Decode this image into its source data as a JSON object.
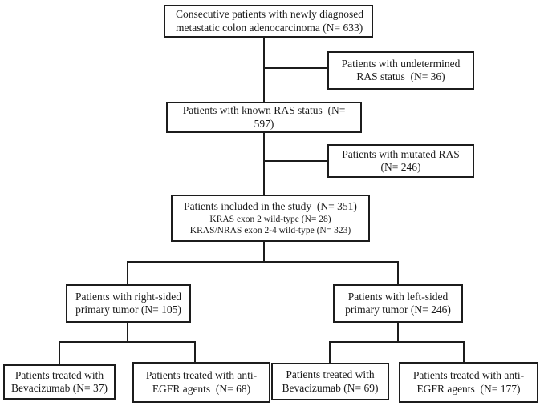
{
  "boxes": {
    "consecutive": {
      "lines": [
        "Consecutive patients with newly diagnosed",
        "metastatic colon adenocarcinoma (N= 633)"
      ]
    },
    "undetermined": {
      "lines": [
        "Patients with undetermined",
        "RAS status  (N= 36)"
      ]
    },
    "known_ras": {
      "lines": [
        "Patients with known RAS status  (N=",
        "597)"
      ]
    },
    "mutated_ras": {
      "lines": [
        "Patients with mutated RAS",
        "(N= 246)"
      ]
    },
    "included": {
      "lines": [
        "Patients included in the study  (N= 351)",
        "KRAS exon 2 wild-type (N= 28)",
        "KRAS/NRAS exon 2-4 wild-type (N= 323)"
      ]
    },
    "right_sided": {
      "lines": [
        "Patients with right-sided",
        "primary tumor (N= 105)"
      ]
    },
    "left_sided": {
      "lines": [
        "Patients with left-sided",
        "primary tumor (N= 246)"
      ]
    },
    "bev_right": {
      "lines": [
        "Patients treated with",
        "Bevacizumab (N= 37)"
      ]
    },
    "egfr_right": {
      "lines": [
        "Patients treated with anti-",
        "EGFR agents  (N= 68)"
      ]
    },
    "bev_left": {
      "lines": [
        "Patients treated with",
        "Bevacizumab (N= 69)"
      ]
    },
    "egfr_left": {
      "lines": [
        "Patients treated with anti-",
        "EGFR agents  (N= 177)"
      ]
    }
  },
  "colors": {
    "border": "#1c1c1c",
    "text": "#1a1a1a",
    "background": "#ffffff",
    "line": "#1c1c1c"
  }
}
